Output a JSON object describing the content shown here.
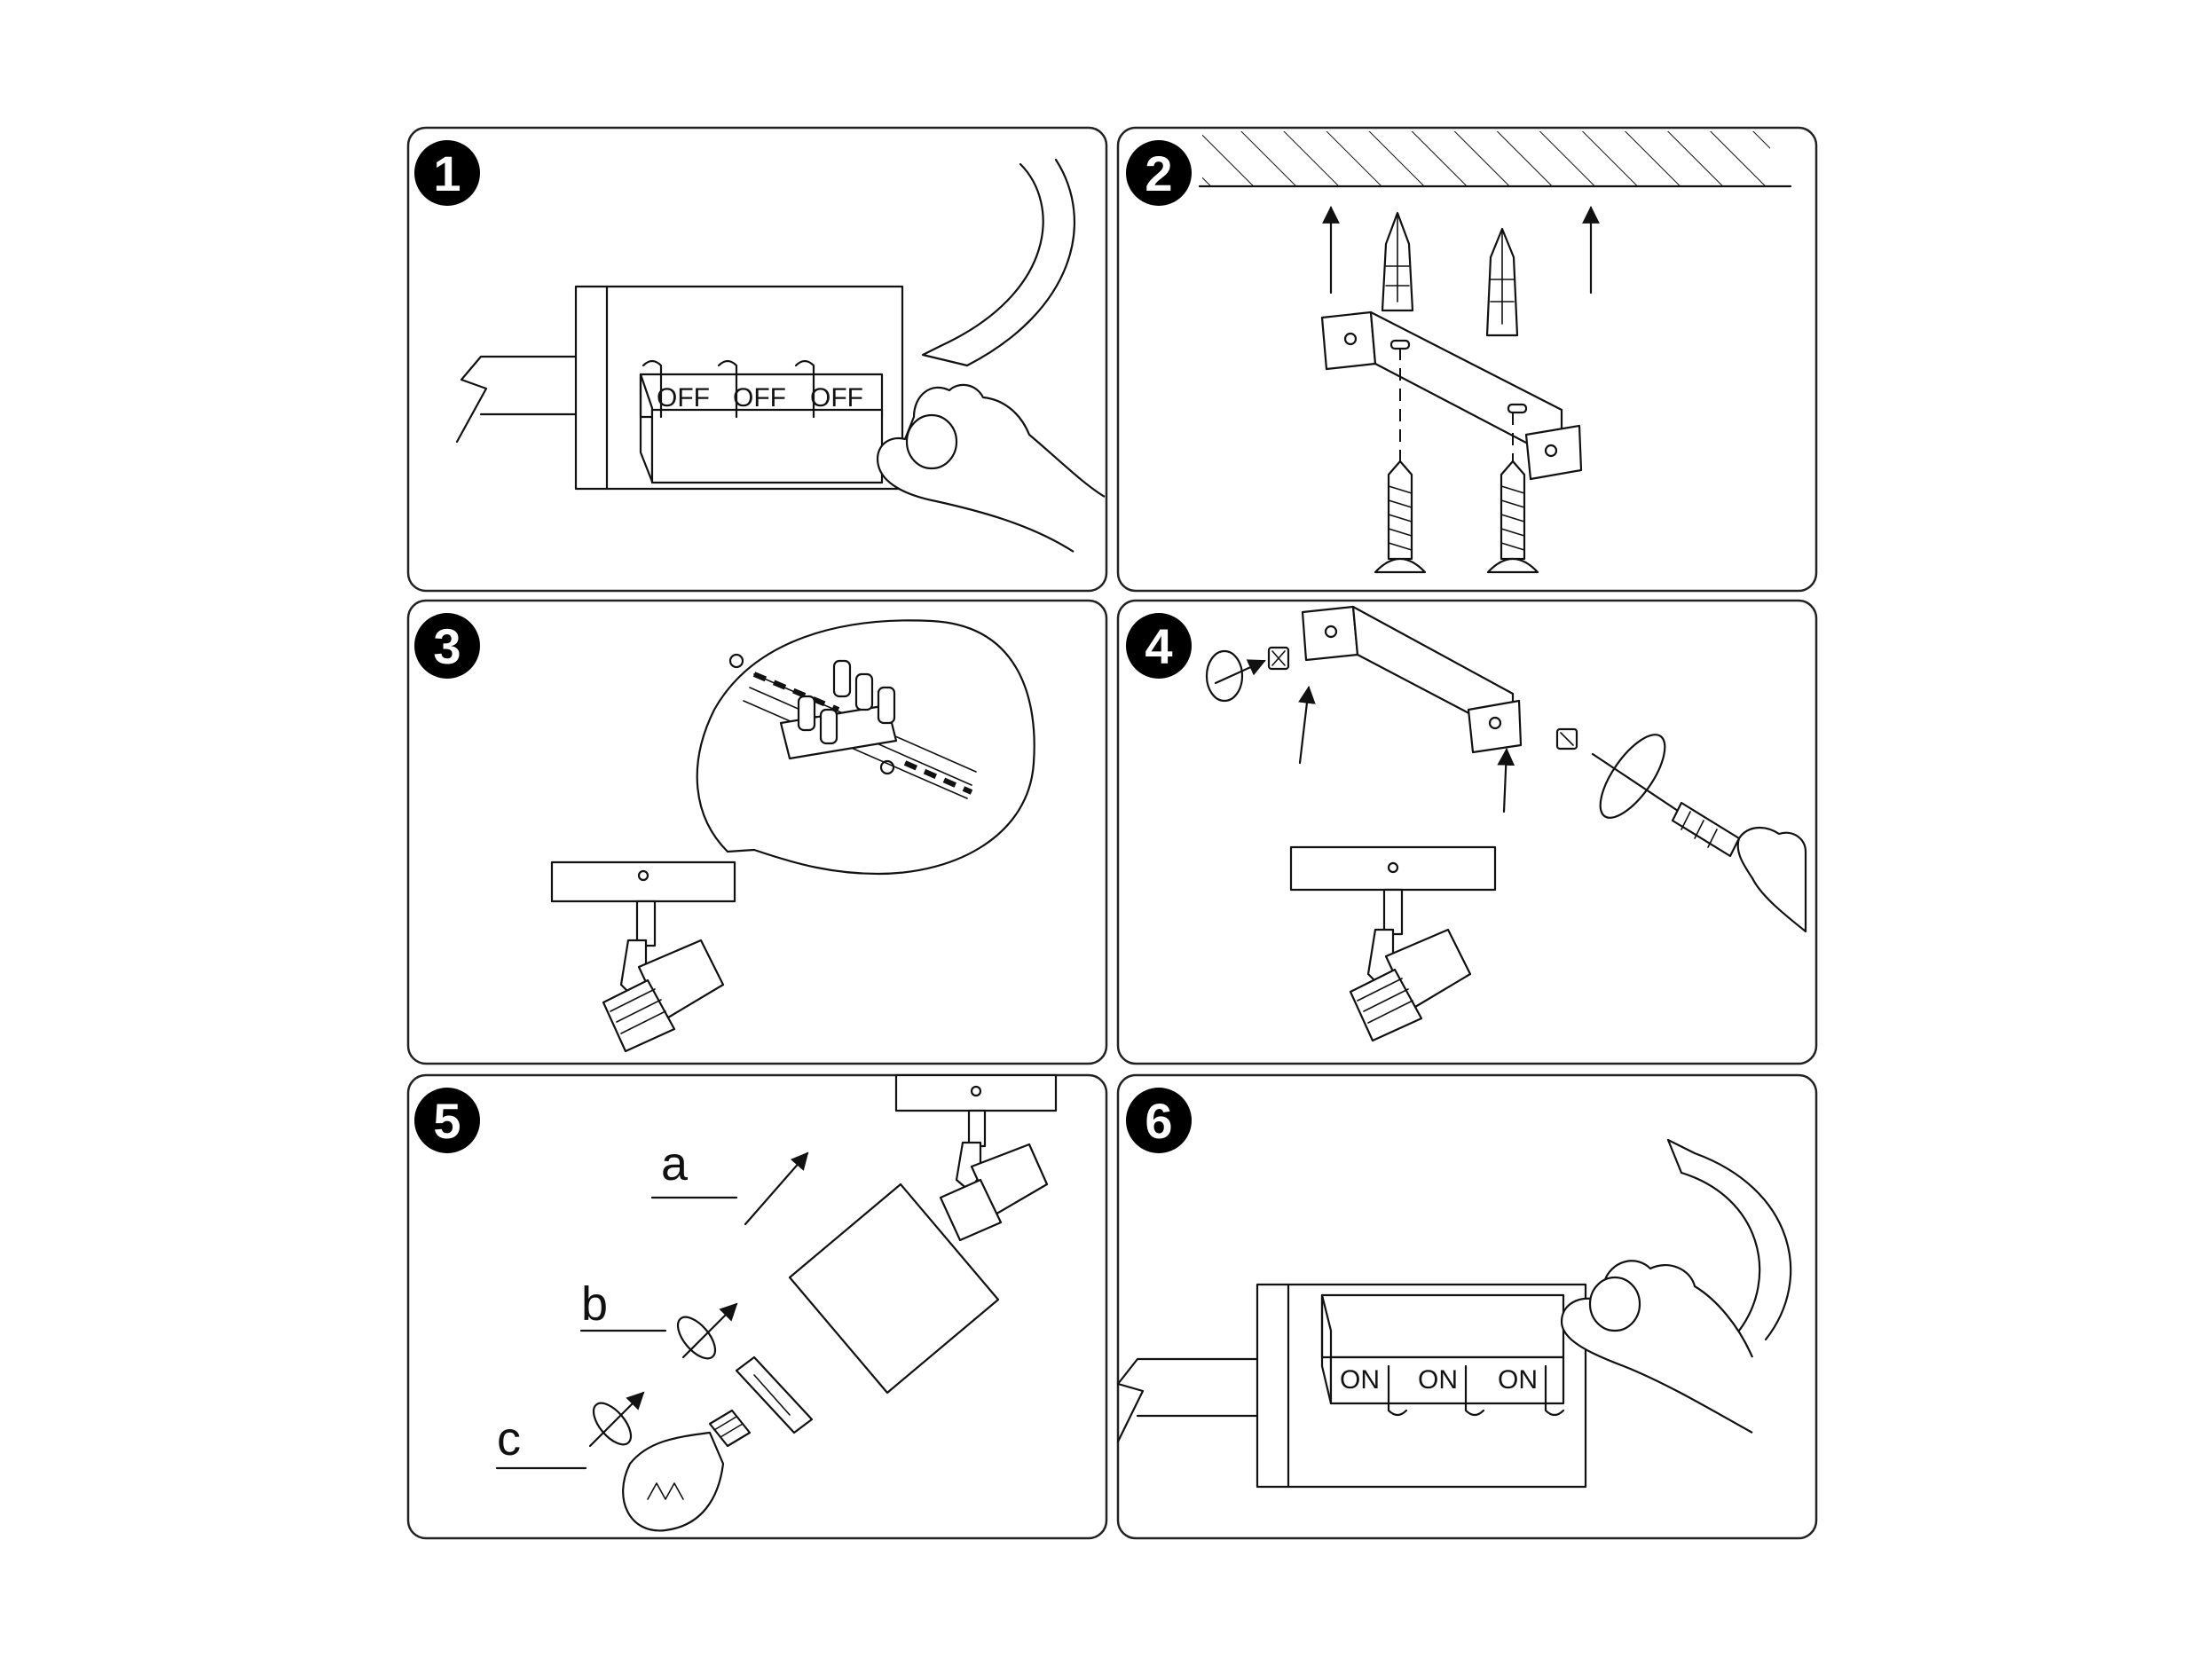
{
  "steps": [
    {
      "number": "1",
      "switch_labels": [
        "OFF",
        "OFF",
        "OFF"
      ]
    },
    {
      "number": "2"
    },
    {
      "number": "3"
    },
    {
      "number": "4"
    },
    {
      "number": "5",
      "part_labels": [
        "a",
        "b",
        "c"
      ]
    },
    {
      "number": "6",
      "switch_labels": [
        "ON",
        "ON",
        "ON"
      ]
    }
  ]
}
